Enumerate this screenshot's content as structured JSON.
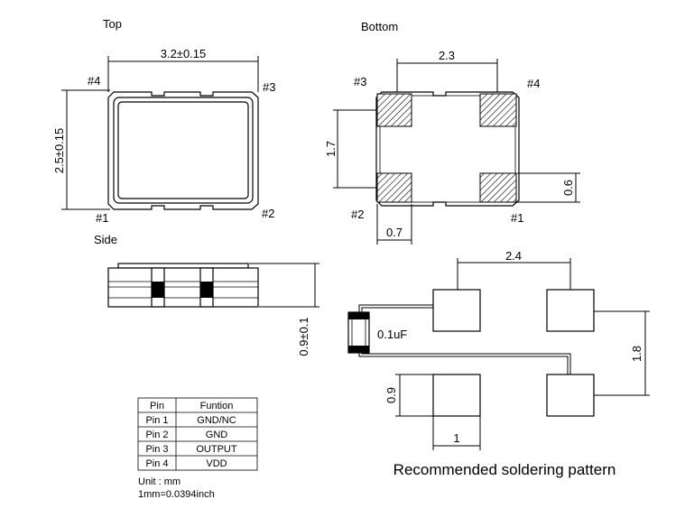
{
  "views": {
    "top": {
      "title": "Top",
      "width_dim": "3.2±0.15",
      "height_dim": "2.5±0.15",
      "pins": {
        "p1": "#1",
        "p2": "#2",
        "p3": "#3",
        "p4": "#4"
      }
    },
    "bottom": {
      "title": "Bottom",
      "pad_spacing_dim": "2.3",
      "pad_vertical_dim": "1.7",
      "pad_height_dim": "0.6",
      "pad_width_dim": "0.7",
      "pins": {
        "p1": "#1",
        "p2": "#2",
        "p3": "#3",
        "p4": "#4"
      }
    },
    "side": {
      "title": "Side",
      "height_dim": "0.9±0.1"
    },
    "soldering": {
      "title": "Recommended soldering pattern",
      "pad_spacing_dim": "2.4",
      "pad_vertical_dim": "1.8",
      "pad_height_dim": "0.9",
      "pad_width_dim": "1",
      "capacitor_label": "0.1uF"
    }
  },
  "pin_table": {
    "headers": [
      "Pin",
      "Funtion"
    ],
    "rows": [
      [
        "Pin 1",
        "GND/NC"
      ],
      [
        "Pin 2",
        "GND"
      ],
      [
        "Pin 3",
        "OUTPUT"
      ],
      [
        "Pin 4",
        "VDD"
      ]
    ]
  },
  "notes": {
    "unit": "Unit : mm",
    "conversion": "1mm=0.0394inch"
  },
  "colors": {
    "line": "#000000",
    "background": "#ffffff"
  }
}
